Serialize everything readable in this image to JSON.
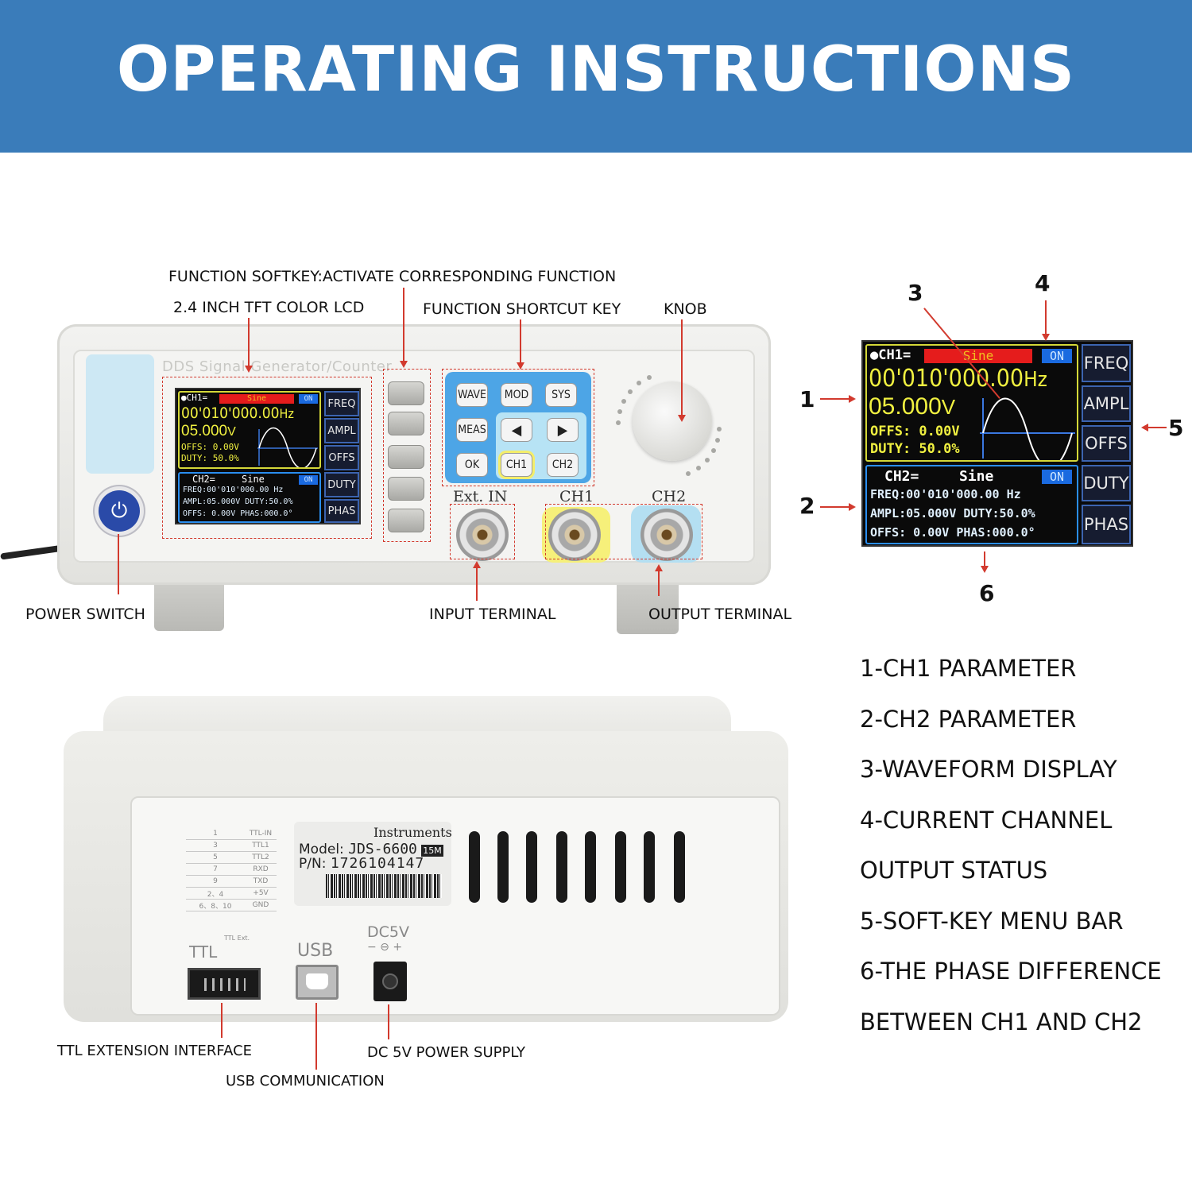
{
  "banner": {
    "title": "OPERATING INSTRUCTIONS"
  },
  "front": {
    "brand": "DDS Signal Generator/Counter",
    "labels": {
      "softkey": "FUNCTION SOFTKEY:ACTIVATE CORRESPONDING FUNCTION",
      "lcd": "2.4 INCH TFT COLOR LCD",
      "shortcut": "FUNCTION SHORTCUT KEY",
      "knob": "KNOB",
      "power": "POWER SWITCH",
      "input": "INPUT TERMINAL",
      "output": "OUTPUT TERMINAL"
    },
    "keys": {
      "wave": "WAVE",
      "mod": "MOD",
      "sys": "SYS",
      "meas": "MEAS",
      "left": "◀",
      "right": "▶",
      "ok": "OK",
      "ch1": "CH1",
      "ch2": "CH2"
    },
    "connectors": {
      "ext": "Ext. IN",
      "ch1": "CH1",
      "ch2": "CH2"
    }
  },
  "screen": {
    "ch1_label": "●CH1=",
    "ch1_wave": "Sine",
    "ch1_on": "ON",
    "ch1_freq": "00'010'000.00",
    "ch1_freq_unit": "Hz",
    "ch1_ampl": "05.000",
    "ch1_ampl_unit": "V",
    "ch1_offs": "OFFS:  0.00V",
    "ch1_duty": "DUTY:  50.0%",
    "ch2_label": "CH2=",
    "ch2_wave": "Sine",
    "ch2_on": "ON",
    "ch2_freq": "FREQ:00'010'000.00 Hz",
    "ch2_ampl": "AMPL:05.000V DUTY:50.0%",
    "ch2_offs": "OFFS:  0.00V PHAS:000.0°",
    "softkeys": [
      "FREQ",
      "AMPL",
      "OFFS",
      "DUTY",
      "PHAS"
    ]
  },
  "callouts": [
    "1",
    "2",
    "3",
    "4",
    "5",
    "6"
  ],
  "rear": {
    "instruments": "Instruments",
    "model_label": "Model:",
    "model": "JDS-6600",
    "model_badge": "15M",
    "pn_label": "P/N:",
    "pn": "1726104147",
    "pins": [
      [
        "1",
        "TTL-IN"
      ],
      [
        "3",
        "TTL1"
      ],
      [
        "5",
        "TTL2"
      ],
      [
        "7",
        "RXD"
      ],
      [
        "9",
        "TXD"
      ],
      [
        "2、4",
        "+5V"
      ],
      [
        "6、8、10",
        "GND"
      ]
    ],
    "ttl": "TTL",
    "ttl_ext": "TTL Ext.",
    "usb": "USB",
    "dc": "DC5V",
    "dc_polarity": "− ⊖ +",
    "labels": {
      "ttl": "TTL EXTENSION INTERFACE",
      "usb": "USB COMMUNICATION",
      "dc": "DC 5V POWER SUPPLY"
    }
  },
  "legend": [
    "1-CH1 PARAMETER",
    "2-CH2 PARAMETER",
    "3-WAVEFORM DISPLAY",
    "4-CURRENT CHANNEL",
    "OUTPUT STATUS",
    "5-SOFT-KEY MENU BAR",
    "6-THE PHASE DIFFERENCE",
    "BETWEEN CH1 AND CH2"
  ]
}
